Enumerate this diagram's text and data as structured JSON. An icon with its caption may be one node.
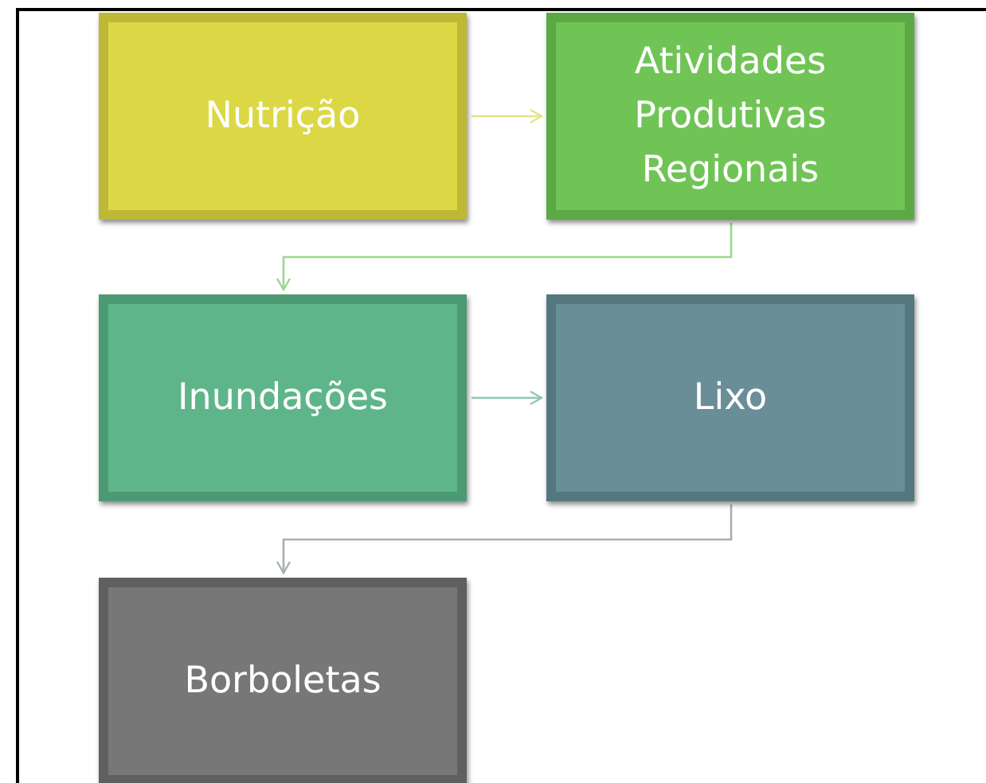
{
  "diagram": {
    "nodes": [
      {
        "text": [
          "Nutrição"
        ]
      },
      {
        "text": [
          "Atividades Produtivas Regionais"
        ]
      },
      {
        "text": [
          "Inundações"
        ]
      },
      {
        "text": [
          "Lixo"
        ]
      },
      {
        "text": [
          "Borboletas"
        ]
      }
    ],
    "edges": [
      {
        "from": 0,
        "to": 1,
        "arrow": "to",
        "color": "#e3e38a"
      },
      {
        "from": 1,
        "to": 2,
        "arrow": "to",
        "color": "#9ad88f"
      },
      {
        "from": 2,
        "to": 3,
        "arrow": "to",
        "color": "#8fc9b0"
      },
      {
        "from": 3,
        "to": 4,
        "arrow": "to",
        "color": "#a8afb3"
      }
    ]
  }
}
